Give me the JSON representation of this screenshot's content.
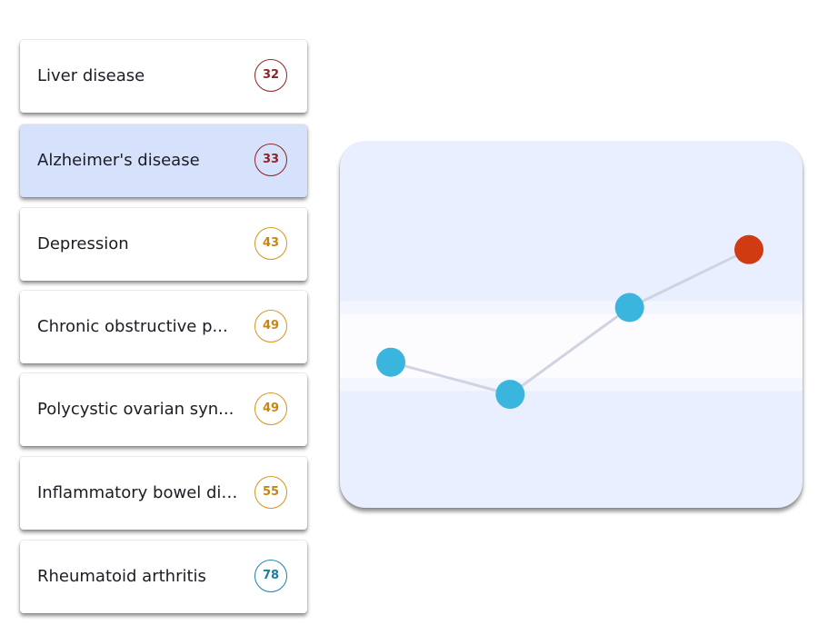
{
  "conditions": [
    {
      "label": "Liver disease",
      "score": "32",
      "level": "red"
    },
    {
      "label": "Alzheimer's disease",
      "score": "33",
      "level": "red",
      "selected": true
    },
    {
      "label": "Depression",
      "score": "43",
      "level": "orange"
    },
    {
      "label": "Chronic obstructive p...",
      "score": "49",
      "level": "orange"
    },
    {
      "label": "Polycystic ovarian syn...",
      "score": "49",
      "level": "orange"
    },
    {
      "label": "Inflammatory bowel dis...",
      "score": "55",
      "level": "orange"
    },
    {
      "label": "Rheumatoid arthritis",
      "score": "78",
      "level": "blue"
    }
  ],
  "colors": {
    "red": "#8e2424",
    "orange": "#d69520",
    "blue": "#1a86a6",
    "selected_bg": "#d6e2fb",
    "point": "#3ab5de",
    "point_latest": "#d13b12",
    "line": "#cfd4e0"
  },
  "chart_data": {
    "type": "line",
    "x": [
      1,
      2,
      3,
      4
    ],
    "values": [
      45,
      35,
      62,
      80
    ],
    "highlight_last": true,
    "ylim": [
      0,
      100
    ],
    "band": [
      40,
      60
    ],
    "grid": false,
    "title": "",
    "xlabel": "",
    "ylabel": ""
  }
}
